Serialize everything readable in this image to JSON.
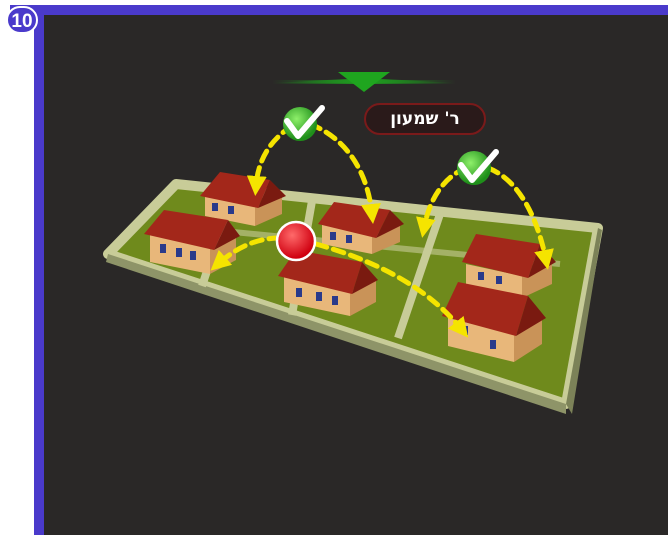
{
  "slide": {
    "number": "10"
  },
  "diagram": {
    "owner_label": "ר' שמעון",
    "colors": {
      "frame": "#4a3acb",
      "background": "#2a2827",
      "wall": "#b9bd8a",
      "ground": "#6f8a1c",
      "roof": "#a3271a",
      "house_wall": "#e8b77a",
      "arrow": "#f5e400",
      "check": "#3fbf2a",
      "red_dot": "#e8141e",
      "pointer": "#1f8a1f"
    },
    "icons": [
      "check-icon",
      "check-icon",
      "red-dot-icon",
      "down-triangle-pointer"
    ]
  }
}
